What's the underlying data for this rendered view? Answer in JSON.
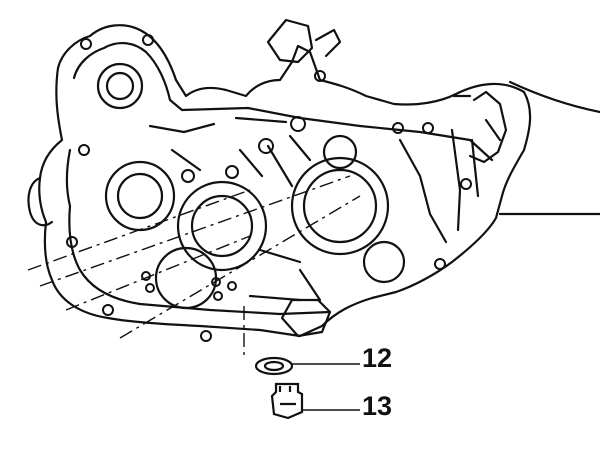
{
  "colors": {
    "line": "#111111",
    "background": "#ffffff"
  },
  "callouts": [
    {
      "number": "12",
      "part": "washer-seal"
    },
    {
      "number": "13",
      "part": "drain-plug"
    }
  ]
}
